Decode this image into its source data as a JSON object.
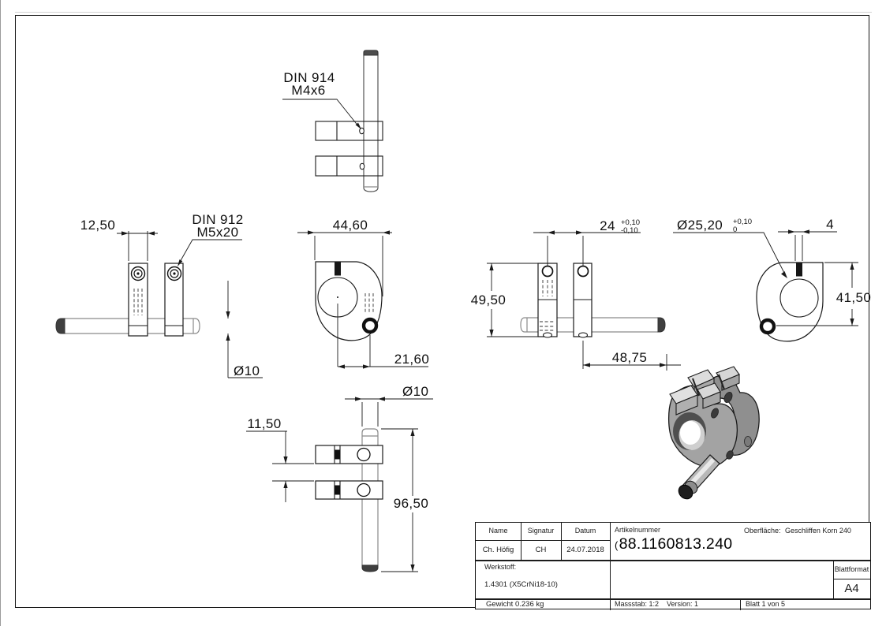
{
  "drawing": {
    "annotations": {
      "din914": "DIN 914",
      "din914_size": "M4x6",
      "din912": "DIN 912",
      "din912_size": "M5x20"
    },
    "dimensions": {
      "block_width": "12,50",
      "shaft_dia_left": "Ø10",
      "profile_width": "44,60",
      "hole_offset": "21,60",
      "block_spacing": "24",
      "block_spacing_tol_plus": "+0,10",
      "block_spacing_tol_minus": "-0,10",
      "total_height": "49,50",
      "shaft_projection": "48,75",
      "bore_dia": "Ø25,20",
      "bore_tol_plus": "+0,10",
      "bore_tol_minus": "0",
      "slot_width": "4",
      "profile_height": "41,50",
      "shaft_dia_bottom": "Ø10",
      "block_gap": "11,50",
      "shaft_length": "96,50"
    }
  },
  "title_block": {
    "name_label": "Name",
    "signature_label": "Signatur",
    "date_label": "Datum",
    "name_value": "Ch. Höfig",
    "signature_value": "CH",
    "date_value": "24.07.2018",
    "article_label": "Artikelnummer",
    "article_mark": "(",
    "article_number": "88.1160813.240",
    "surface_label": "Oberfläche:",
    "surface_value": "Geschliffen Korn 240",
    "material_label": "Werkstoff:",
    "material_value": "1.4301 (X5CrNi18-10)",
    "weight": "Gewicht 0.236 kg",
    "scale": "Massstab: 1:2",
    "version": "Version: 1",
    "sheet": "Blatt 1 von 5",
    "format_label": "Blattformat",
    "format_value": "A4"
  }
}
